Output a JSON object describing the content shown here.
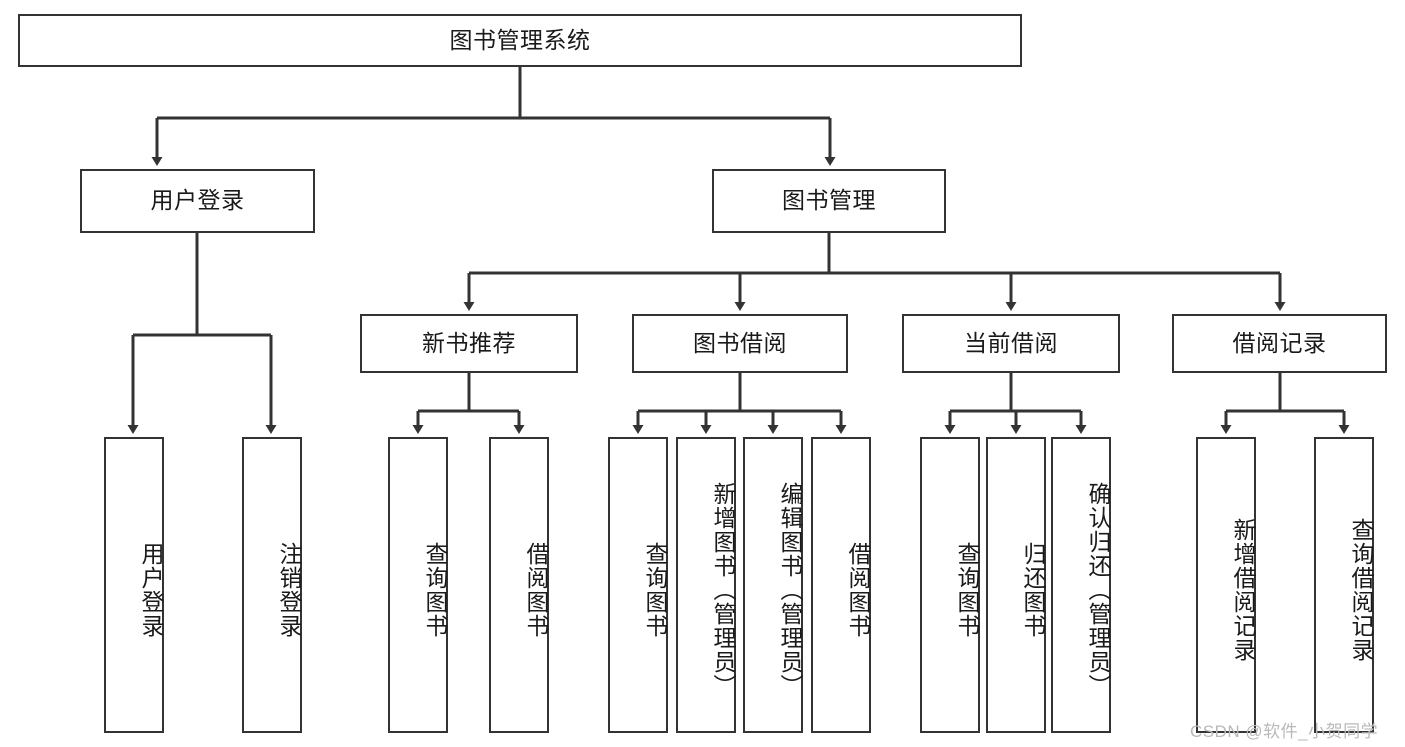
{
  "diagram": {
    "type": "hierarchy-tree",
    "title": "图书管理系统",
    "root": {
      "label": "图书管理系统"
    },
    "level2": [
      {
        "label": "用户登录"
      },
      {
        "label": "图书管理"
      }
    ],
    "level3": [
      {
        "label": "新书推荐"
      },
      {
        "label": "图书借阅"
      },
      {
        "label": "当前借阅"
      },
      {
        "label": "借阅记录"
      }
    ],
    "leaves_user_login": [
      {
        "label": "用户登录"
      },
      {
        "label": "注销登录"
      }
    ],
    "leaves_new_book": [
      {
        "label": "查询图书"
      },
      {
        "label": "借阅图书"
      }
    ],
    "leaves_borrow": [
      {
        "label": "查询图书"
      },
      {
        "label": "新增图书（管理员）"
      },
      {
        "label": "编辑图书（管理员）"
      },
      {
        "label": "借阅图书"
      }
    ],
    "leaves_current": [
      {
        "label": "查询图书"
      },
      {
        "label": "归还图书"
      },
      {
        "label": "确认归还（管理员）"
      }
    ],
    "leaves_record": [
      {
        "label": "新增借阅记录"
      },
      {
        "label": "查询借阅记录"
      }
    ]
  },
  "watermark": {
    "text": "CSDN @软件_小贺同学"
  },
  "colors": {
    "line": "#333333",
    "box_border": "#333333",
    "box_fill": "#ffffff",
    "text": "#1a1a1a",
    "watermark": "#b9b9b9",
    "background": "#ffffff"
  }
}
